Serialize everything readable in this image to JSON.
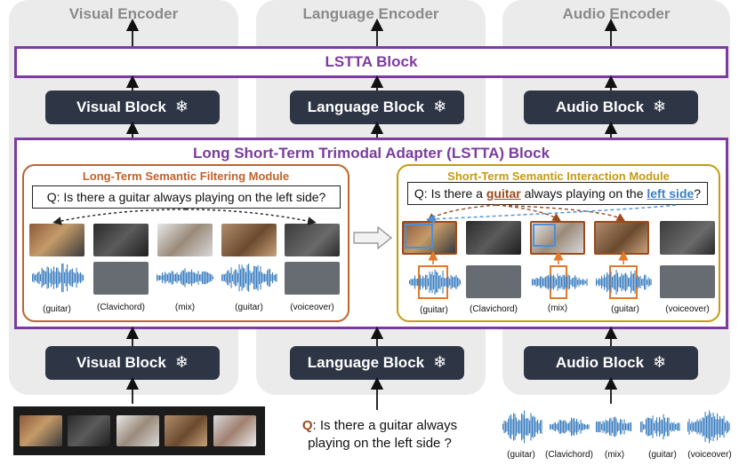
{
  "columns": [
    {
      "title": "Visual Encoder",
      "block": "Visual Block",
      "bottom_block": "Visual Block"
    },
    {
      "title": "Language Encoder",
      "block": "Language Block",
      "bottom_block": "Language Block"
    },
    {
      "title": "Audio Encoder",
      "block": "Audio Block",
      "bottom_block": "Audio Block"
    }
  ],
  "lstta_block": "LSTTA Block",
  "adapter_title": "Long Short-Term Trimodal Adapter (LSTTA) Block",
  "frozen_symbol": "❄",
  "long_term": {
    "title": "Long-Term Semantic Filtering Module",
    "question": "Q: Is there a guitar always playing on the left side?",
    "captions": [
      "(guitar)",
      "(Clavichord)",
      "(mix)",
      "(guitar)",
      "(voiceover)"
    ]
  },
  "short_term": {
    "title": "Short-Term Semantic Interaction Module",
    "question_prefix": "Q: Is there a ",
    "question_kw1": "guitar",
    "question_mid": " always playing on the ",
    "question_kw2": "left side",
    "question_suffix": "?",
    "captions": [
      "(guitar)",
      "(Clavichord)",
      "(mix)",
      "(guitar)",
      "(voiceover)"
    ]
  },
  "bottom_question": {
    "prefix": "Q",
    "line1": ": Is there a guitar always",
    "line2": "playing on the left side ?"
  },
  "bottom_audio_captions": [
    "(guitar)",
    "(Clavichord)",
    "(mix)",
    "(guitar)",
    "(voiceover)"
  ],
  "colors": {
    "purple": "#7b3c9e",
    "long_term": "#c0632a",
    "short_term": "#c79a12",
    "block": "#2e3545",
    "waveform": "#3d7fc0",
    "keyword_guitar": "#9b4a1e",
    "keyword_left": "#3d7fc0"
  }
}
